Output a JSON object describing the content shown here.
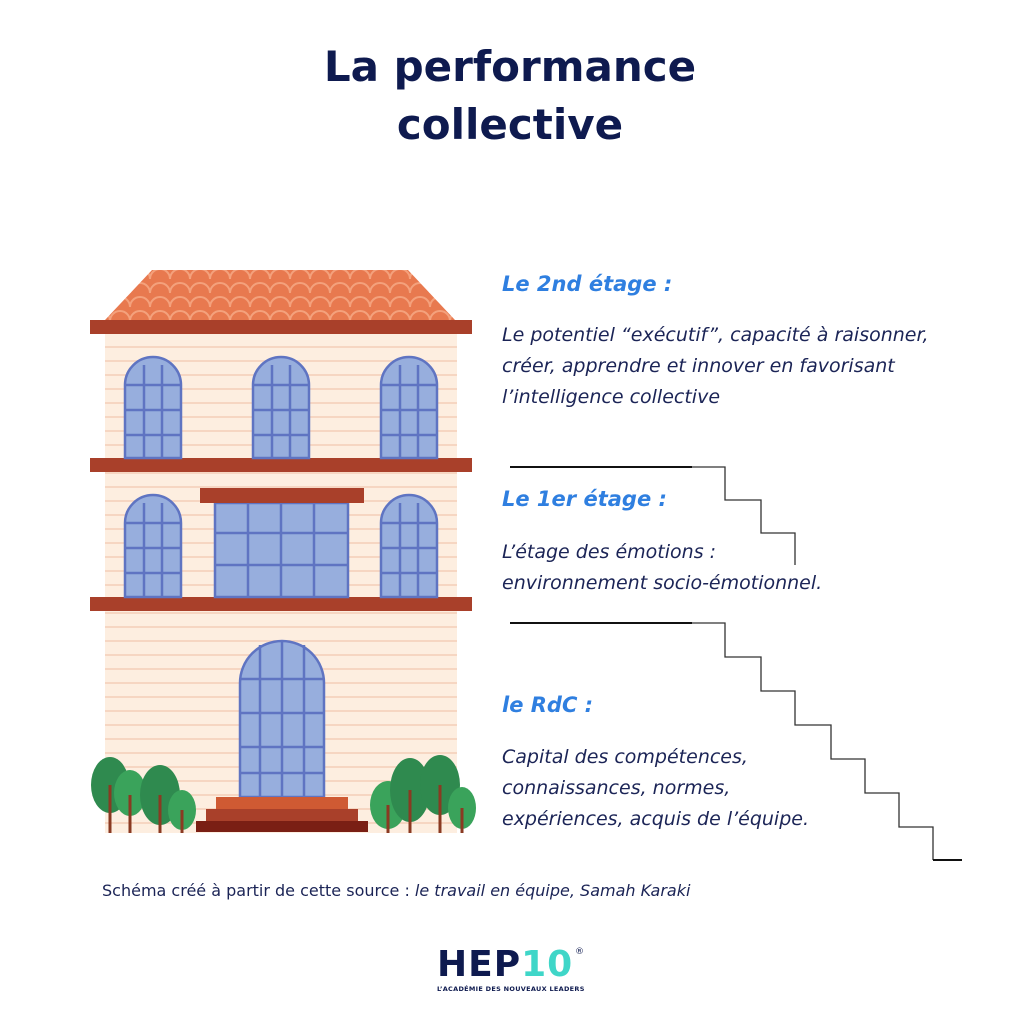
{
  "title": {
    "line1": "La performance",
    "line2": "collective"
  },
  "floors": [
    {
      "heading": "Le 2nd étage :",
      "lines": [
        "Le potentiel “exécutif”, capacité à raisonner,",
        "créer, apprendre et innover en favorisant",
        "l’intelligence collective"
      ]
    },
    {
      "heading": "Le 1er étage :",
      "lines": [
        "L’étage des émotions :",
        "environnement socio-émotionnel."
      ]
    },
    {
      "heading": "le RdC  :",
      "lines": [
        "Capital des compétences,",
        "connaissances, normes,",
        "expériences, acquis de l’équipe."
      ]
    }
  ],
  "source": {
    "prefix": "Schéma créé à partir de cette source : ",
    "reference": "le travail en équipe, Samah Karaki"
  },
  "logo": {
    "main": "HEP",
    "accent": "10",
    "registered": "®",
    "tagline": "L’ACADÉMIE DES NOUVEAUX LEADERS"
  },
  "colors": {
    "title": "#0e1a4f",
    "heading": "#2f7fe0",
    "text": "#1b2456",
    "roof": "#e8794f",
    "ledge": "#a9402a",
    "wall": "#fdeee0",
    "window": "#97aedd",
    "logo_accent": "#3fd6c8"
  }
}
